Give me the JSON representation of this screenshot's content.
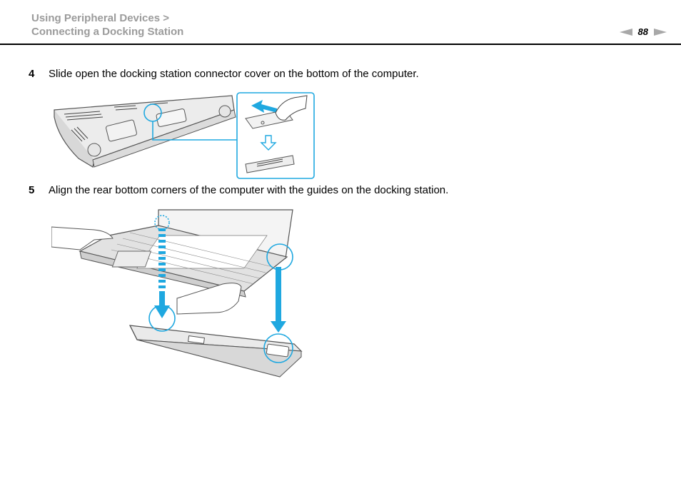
{
  "breadcrumb": {
    "line1": "Using Peripheral Devices >",
    "line2": "Connecting a Docking Station"
  },
  "pager": {
    "page_number": "88",
    "prev_icon": "arrow-left-icon",
    "next_icon": "arrow-right-icon"
  },
  "steps": [
    {
      "number": "4",
      "text": "Slide open the docking station connector cover on the bottom of the computer."
    },
    {
      "number": "5",
      "text": "Align the rear bottom corners of the computer with the guides on the docking station."
    }
  ],
  "colors": {
    "breadcrumb": "#9b9b9b",
    "accent": "#1fa8e0",
    "rule": "#000000"
  }
}
